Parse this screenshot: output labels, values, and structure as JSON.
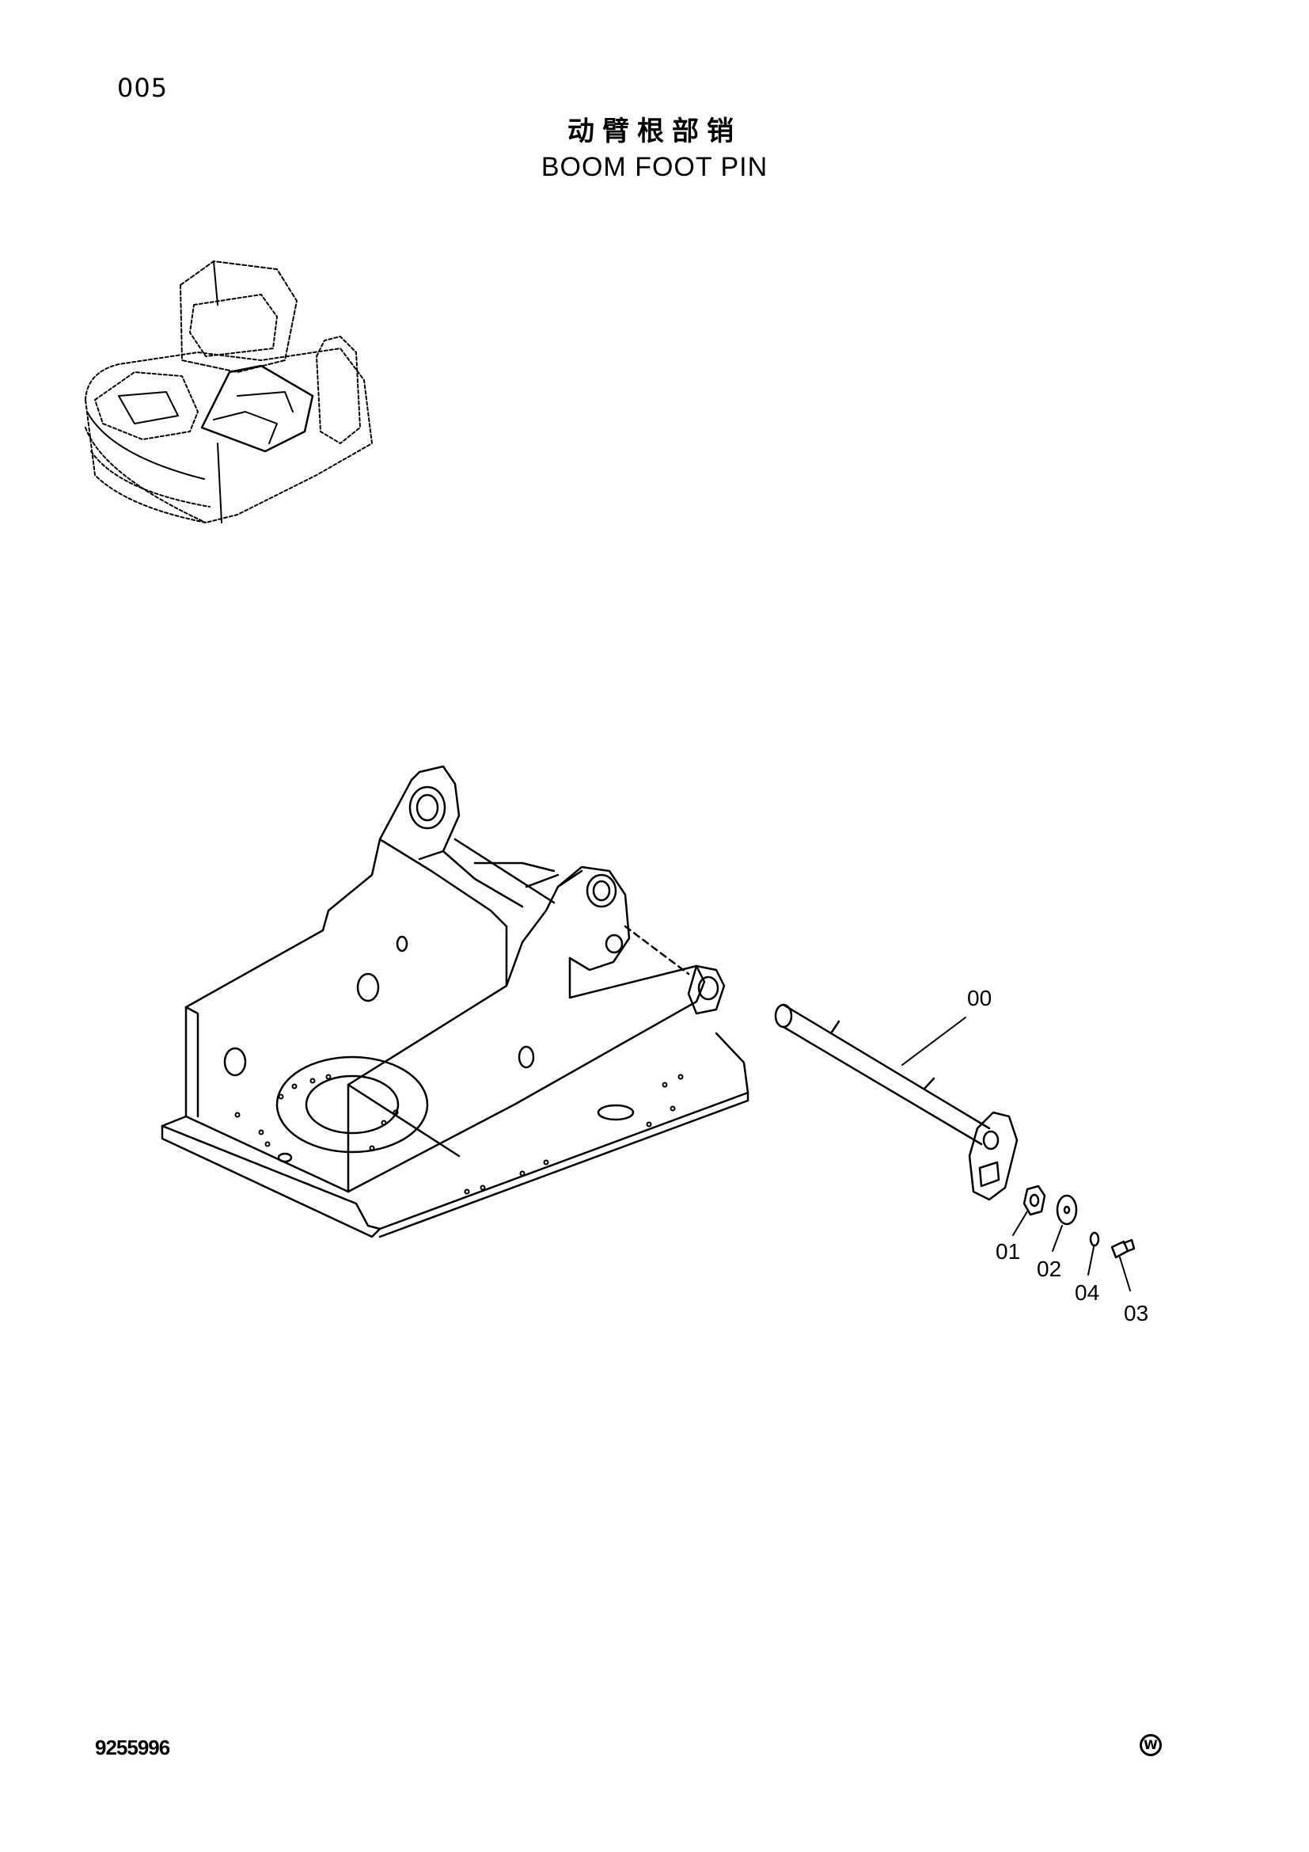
{
  "header": {
    "page_number": "005",
    "title_chinese": "动臂根部销",
    "title_english": "BOOM FOOT PIN"
  },
  "callouts": [
    {
      "id": "00"
    },
    {
      "id": "01"
    },
    {
      "id": "02"
    },
    {
      "id": "04"
    },
    {
      "id": "03"
    }
  ],
  "footer": {
    "document_number": "9255996",
    "mark": "W"
  }
}
